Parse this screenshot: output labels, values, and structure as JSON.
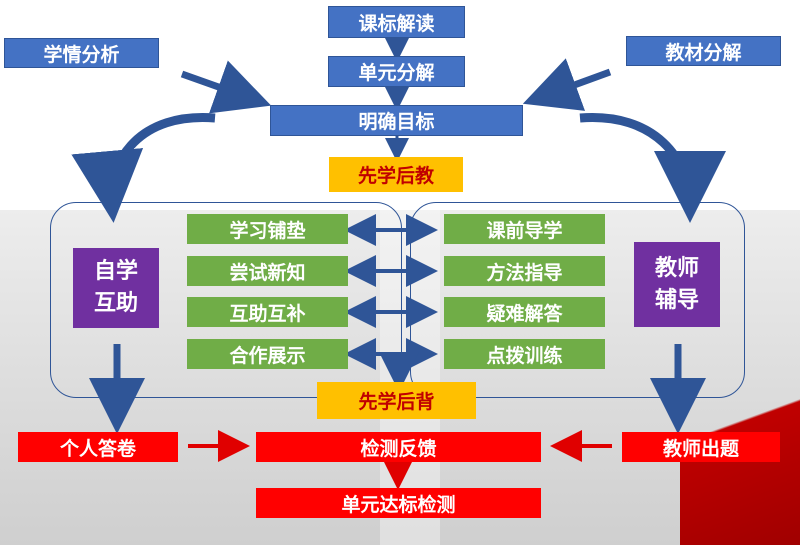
{
  "top": {
    "standards": "课标解读",
    "unit_breakdown": "单元分解",
    "learning_analysis": "学情分析",
    "textbook_analysis": "教材分解",
    "clarify_goals": "明确目标",
    "learn_first": "先学后教"
  },
  "left_block": {
    "label_line1": "自学",
    "label_line2": "互助"
  },
  "right_block": {
    "label_line1": "教师",
    "label_line2": "辅导"
  },
  "student_steps": [
    "学习铺垫",
    "尝试新知",
    "互助互补",
    "合作展示"
  ],
  "teacher_steps": [
    "课前导学",
    "方法指导",
    "疑难解答",
    "点拨训练"
  ],
  "memorize": "先学后背",
  "bottom": {
    "individual": "个人答卷",
    "feedback": "检测反馈",
    "teacher_questions": "教师出题",
    "unit_test": "单元达标检测"
  },
  "colors": {
    "blue": "#4472c4",
    "green": "#70ad47",
    "gold": "#ffc000",
    "purple": "#7030a0",
    "red": "#ff0000",
    "arrow_blue": "#2f5597",
    "arrow_red": "#e00000"
  }
}
